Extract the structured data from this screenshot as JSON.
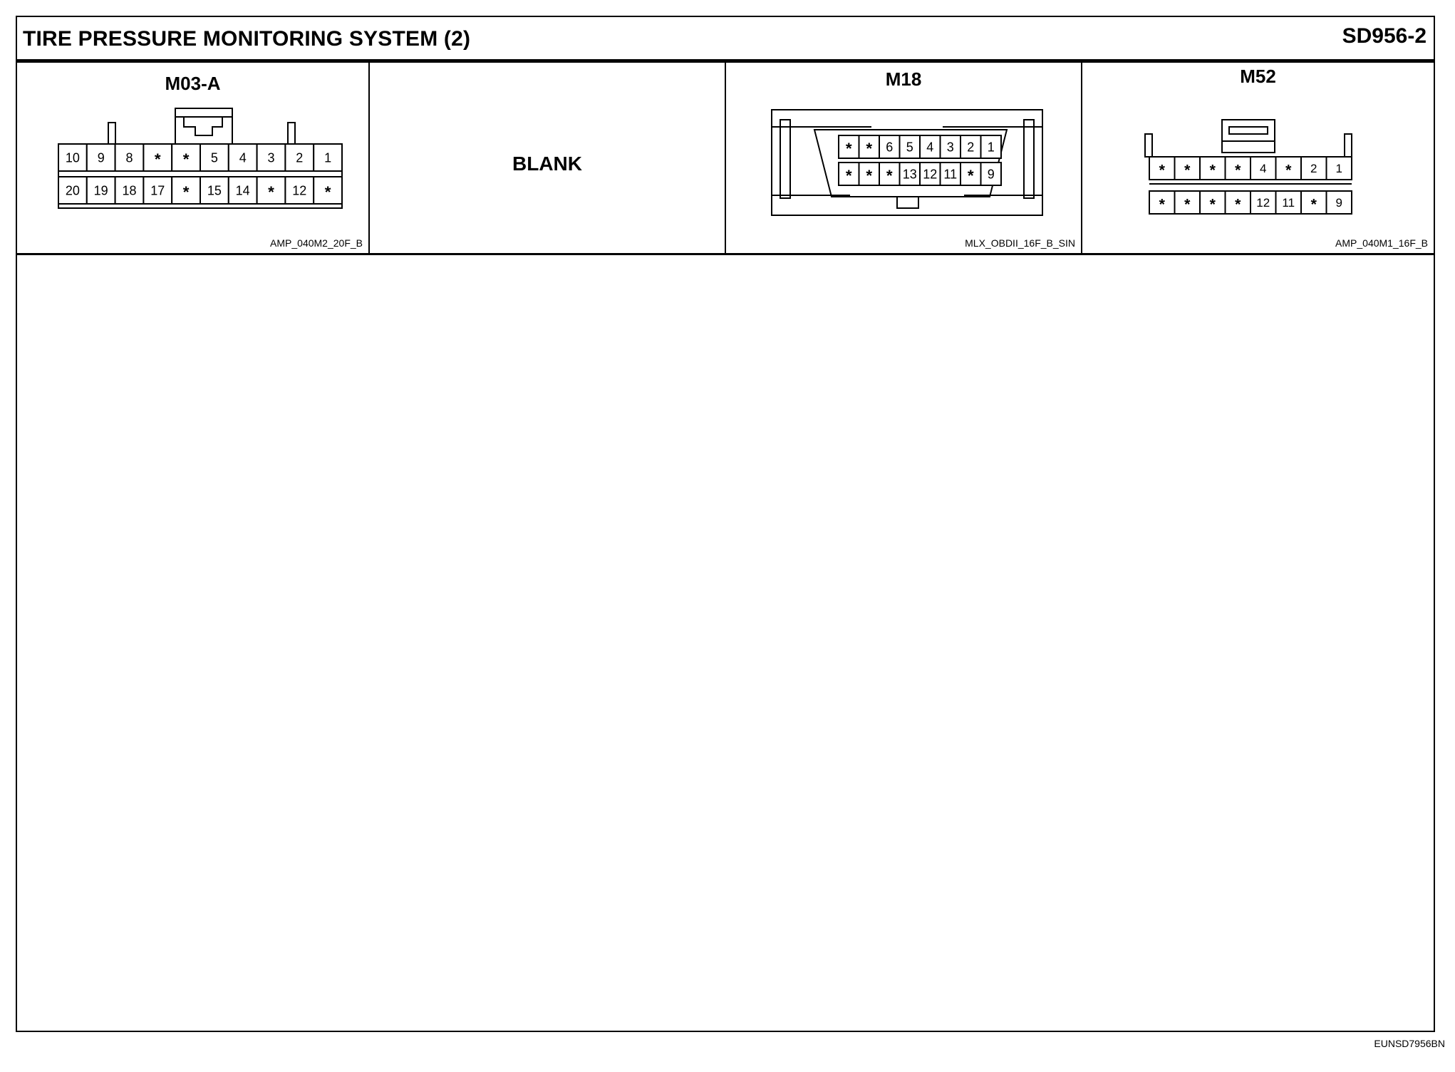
{
  "header": {
    "title": "TIRE PRESSURE MONITORING SYSTEM (2)",
    "code": "SD956-2"
  },
  "panels": [
    {
      "label": "M03-A",
      "part": "AMP_040M2_20F_B",
      "rows": [
        [
          "10",
          "9",
          "8",
          "*",
          "*",
          "5",
          "4",
          "3",
          "2",
          "1"
        ],
        [
          "20",
          "19",
          "18",
          "17",
          "*",
          "15",
          "14",
          "*",
          "12",
          "*"
        ]
      ]
    },
    {
      "label": "BLANK"
    },
    {
      "label": "M18",
      "part": "MLX_OBDII_16F_B_SIN",
      "rows": [
        [
          "*",
          "*",
          "6",
          "5",
          "4",
          "3",
          "2",
          "1"
        ],
        [
          "*",
          "*",
          "*",
          "13",
          "12",
          "11",
          "*",
          "9"
        ]
      ]
    },
    {
      "label": "M52",
      "part": "AMP_040M1_16F_B",
      "rows": [
        [
          "*",
          "*",
          "*",
          "*",
          "4",
          "*",
          "2",
          "1"
        ],
        [
          "*",
          "*",
          "*",
          "*",
          "12",
          "11",
          "*",
          "9"
        ]
      ]
    }
  ],
  "footer": {
    "code": "EUNSD7956BN"
  }
}
